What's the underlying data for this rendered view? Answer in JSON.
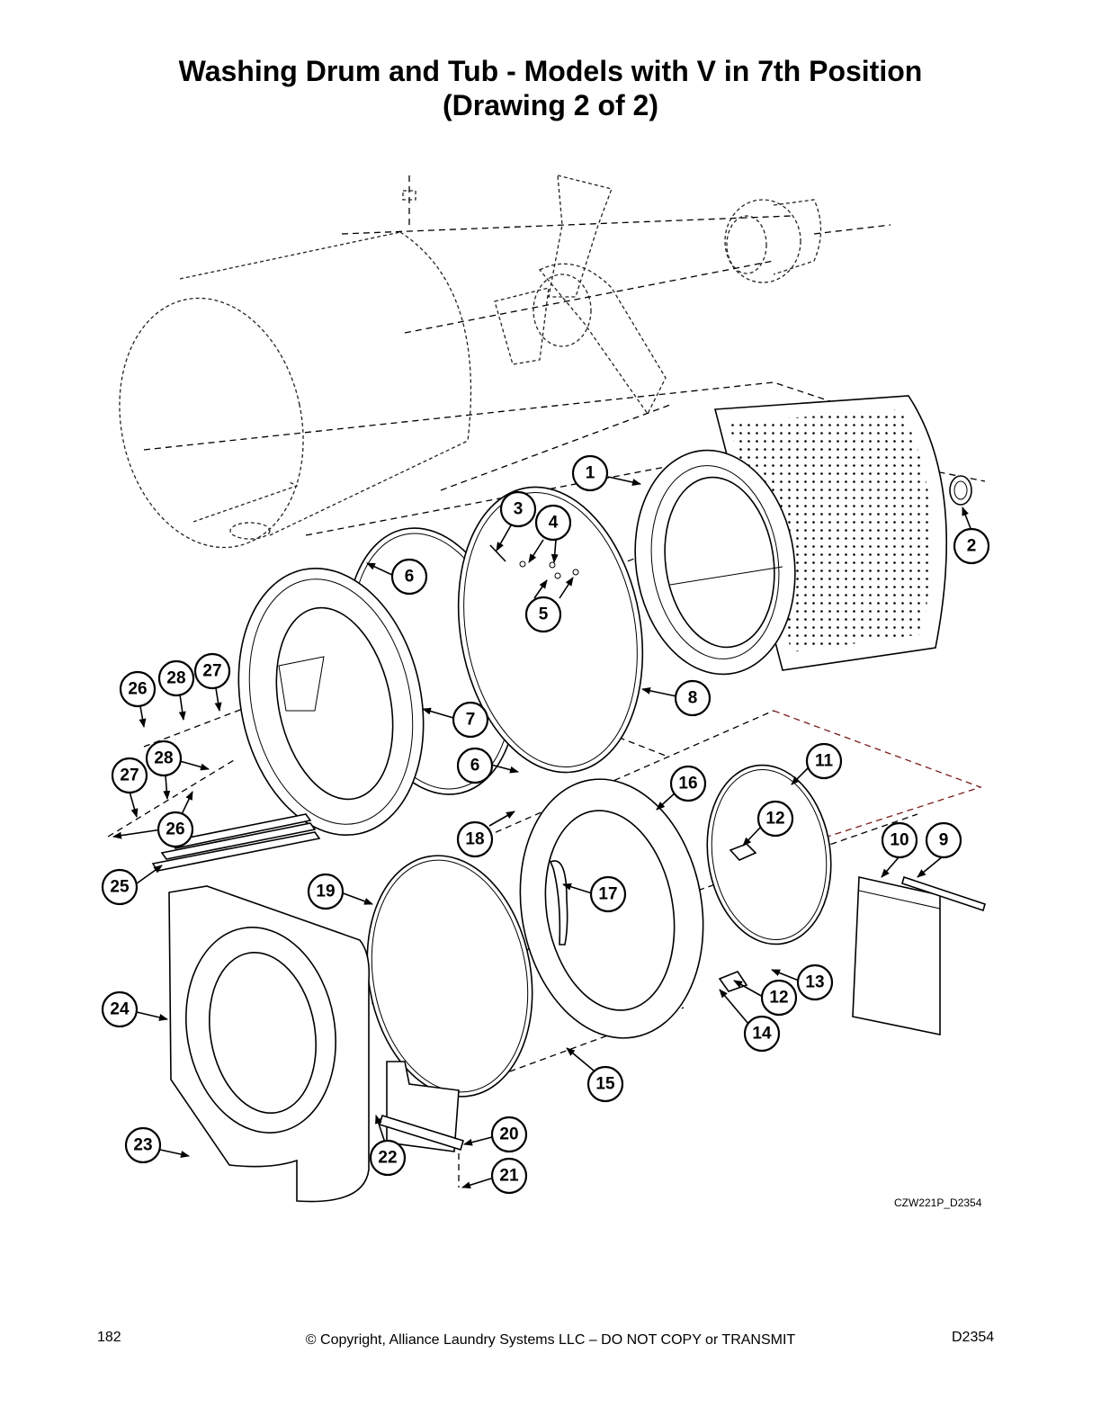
{
  "title": {
    "line1": "Washing Drum and Tub - Models with V in 7th Position",
    "line2": "(Drawing 2 of 2)"
  },
  "drawing_code": "CZW221P_D2354",
  "footer": {
    "page_number": "182",
    "copyright": "© Copyright, Alliance Laundry Systems LLC – DO NOT COPY or TRANSMIT",
    "doc_id": "D2354"
  },
  "callouts": [
    {
      "id": "c1",
      "label": "1"
    },
    {
      "id": "c2",
      "label": "2"
    },
    {
      "id": "c3",
      "label": "3"
    },
    {
      "id": "c4",
      "label": "4"
    },
    {
      "id": "c5",
      "label": "5"
    },
    {
      "id": "c6a",
      "label": "6"
    },
    {
      "id": "c6b",
      "label": "6"
    },
    {
      "id": "c7",
      "label": "7"
    },
    {
      "id": "c8",
      "label": "8"
    },
    {
      "id": "c9",
      "label": "9"
    },
    {
      "id": "c10",
      "label": "10"
    },
    {
      "id": "c11",
      "label": "11"
    },
    {
      "id": "c12a",
      "label": "12"
    },
    {
      "id": "c12b",
      "label": "12"
    },
    {
      "id": "c13",
      "label": "13"
    },
    {
      "id": "c14",
      "label": "14"
    },
    {
      "id": "c15",
      "label": "15"
    },
    {
      "id": "c16",
      "label": "16"
    },
    {
      "id": "c17",
      "label": "17"
    },
    {
      "id": "c18",
      "label": "18"
    },
    {
      "id": "c19",
      "label": "19"
    },
    {
      "id": "c20",
      "label": "20"
    },
    {
      "id": "c21",
      "label": "21"
    },
    {
      "id": "c22",
      "label": "22"
    },
    {
      "id": "c23",
      "label": "23"
    },
    {
      "id": "c24",
      "label": "24"
    },
    {
      "id": "c25",
      "label": "25"
    },
    {
      "id": "c26a",
      "label": "26"
    },
    {
      "id": "c26b",
      "label": "26"
    },
    {
      "id": "c27a",
      "label": "27"
    },
    {
      "id": "c27b",
      "label": "27"
    },
    {
      "id": "c28a",
      "label": "28"
    },
    {
      "id": "c28b",
      "label": "28"
    }
  ]
}
